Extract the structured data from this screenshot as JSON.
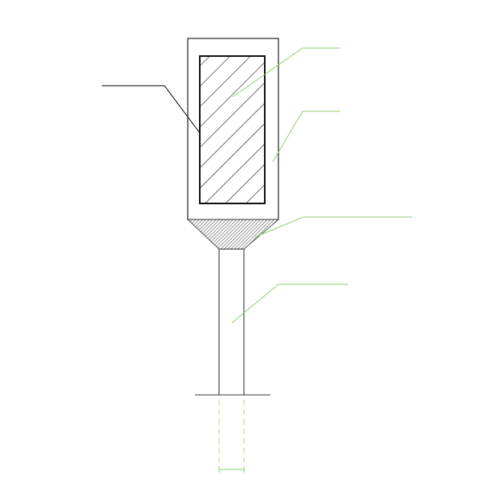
{
  "diagram": {
    "type": "technical-cross-section",
    "labels_printed": false,
    "parts": [
      "outer-casing",
      "hatched-core",
      "tapered-transition",
      "vertical-shaft",
      "ground-line",
      "dashed-extension",
      "dimension-marker"
    ],
    "leader_lines": [
      "leader-core-left",
      "leader-core-right",
      "leader-casing",
      "leader-transition",
      "leader-shaft"
    ]
  },
  "colors": {
    "outline": "#222222",
    "hatch": "#111111",
    "transition_fill": "#7a7a7a",
    "leader_green": "#8fcf6a",
    "leader_black": "#000000",
    "dashed_green": "#a6dc84",
    "background": "#ffffff"
  }
}
